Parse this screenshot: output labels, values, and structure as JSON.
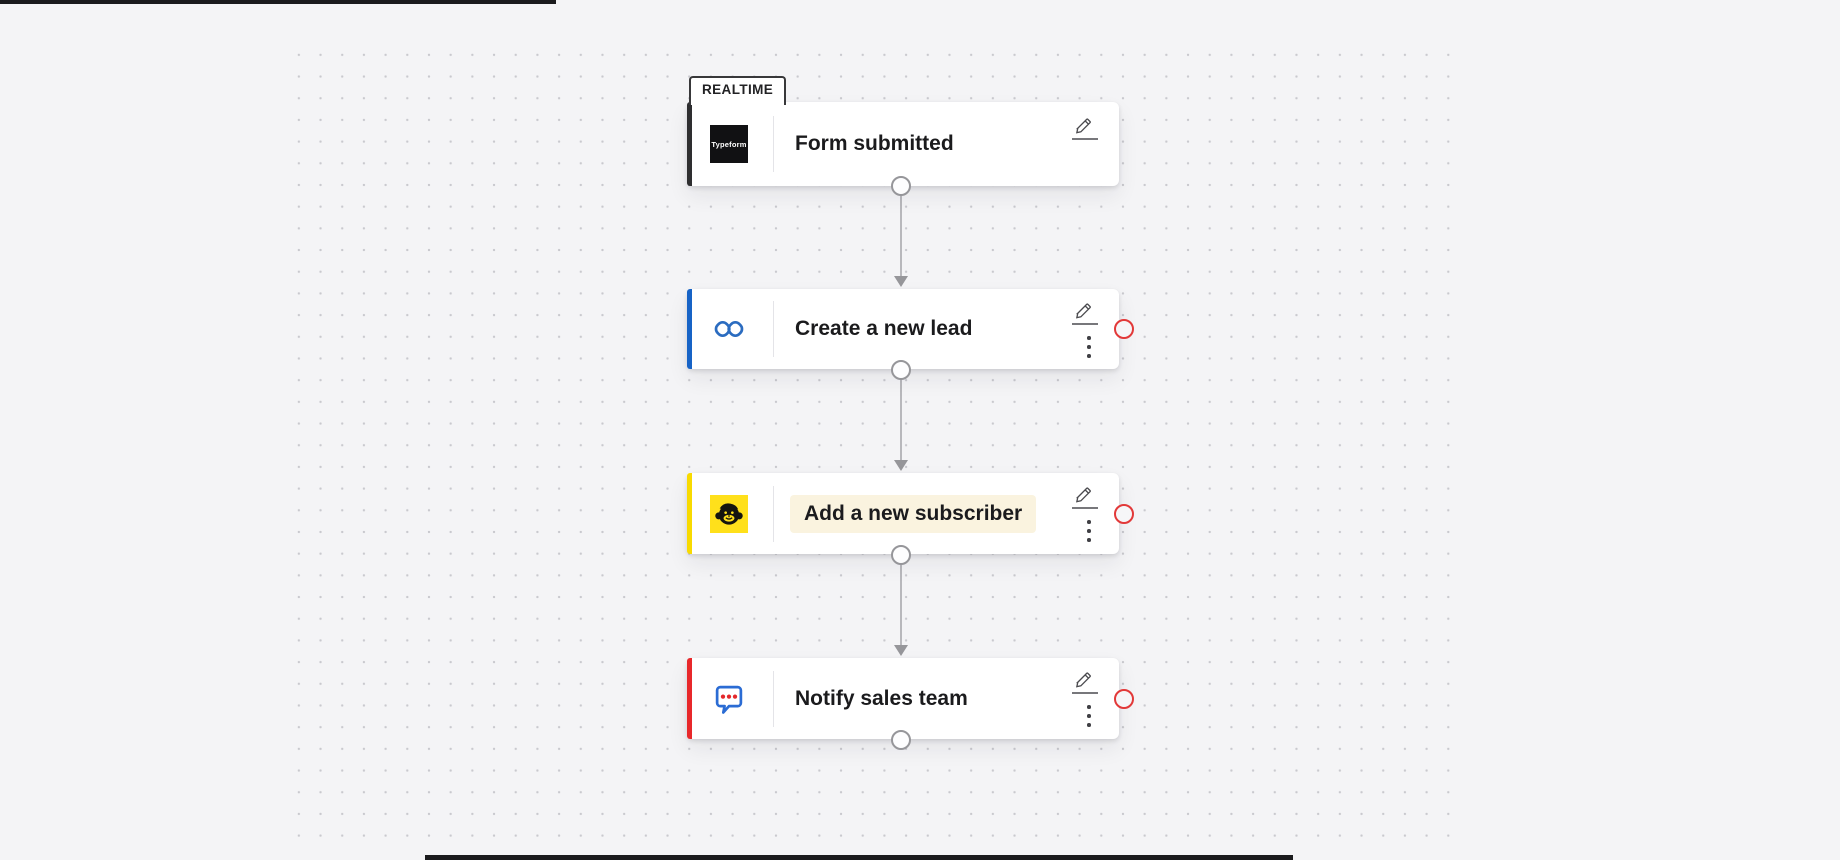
{
  "workflow": {
    "badge_label": "REALTIME",
    "nodes": [
      {
        "title": "Form submitted",
        "icon": "typeform-icon",
        "wordmark": "Typeform",
        "accent_color": "#2e2e30"
      },
      {
        "title": "Create a new lead",
        "icon": "zoho-crm-icon",
        "accent_color": "#1763c6"
      },
      {
        "title": "Add a new subscriber",
        "icon": "mailchimp-icon",
        "accent_color": "#f8da00",
        "title_highlight_color": "#faf3df"
      },
      {
        "title": "Notify sales team",
        "icon": "zoho-cliq-icon",
        "accent_color": "#e8282b"
      }
    ],
    "colors": {
      "canvas_background": "#f4f4f6",
      "grid_dot": "#c9c9ce",
      "card_background": "#ffffff",
      "connector": "#b8b8bc",
      "error_ring": "#e23939",
      "mailchimp_yellow": "#ffe01b",
      "cliq_blue": "#2b6cd4",
      "cliq_red": "#e4282b"
    }
  }
}
